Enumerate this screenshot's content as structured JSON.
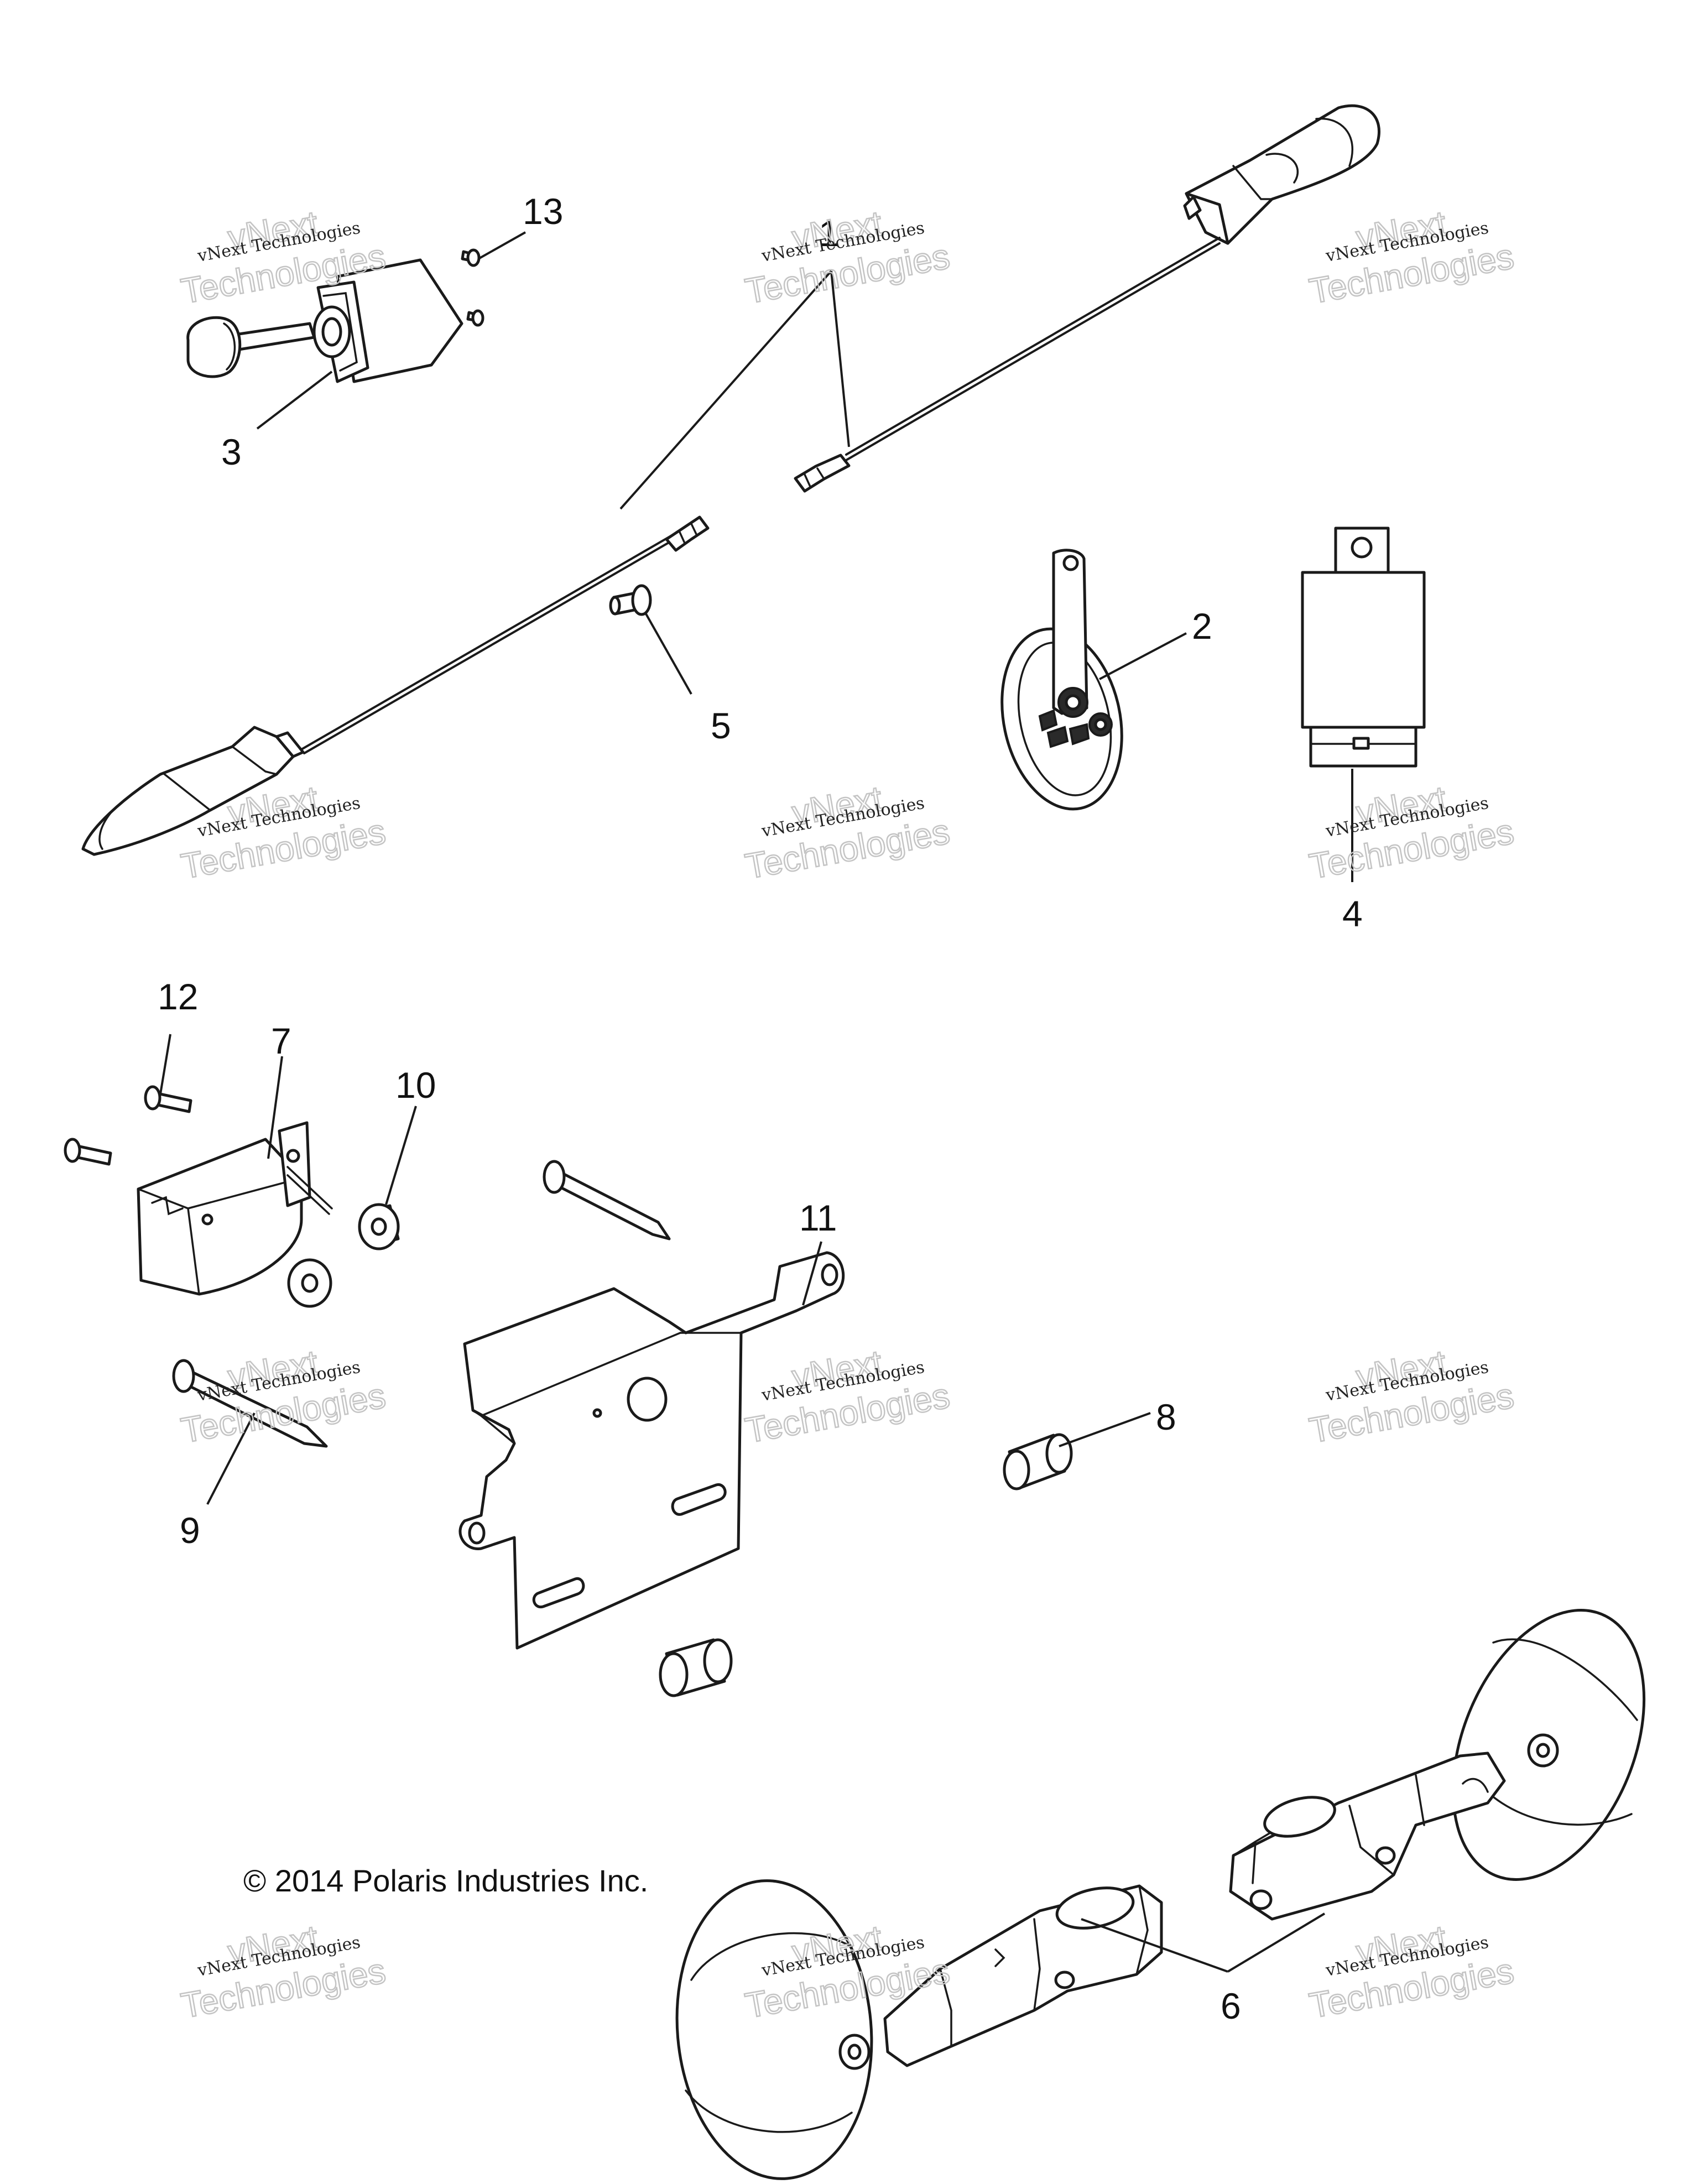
{
  "callouts": [
    {
      "id": "1",
      "label": "1"
    },
    {
      "id": "2",
      "label": "2"
    },
    {
      "id": "3",
      "label": "3"
    },
    {
      "id": "4",
      "label": "4"
    },
    {
      "id": "5",
      "label": "5"
    },
    {
      "id": "6",
      "label": "6"
    },
    {
      "id": "7",
      "label": "7"
    },
    {
      "id": "8",
      "label": "8"
    },
    {
      "id": "9",
      "label": "9"
    },
    {
      "id": "10",
      "label": "10"
    },
    {
      "id": "11",
      "label": "11"
    },
    {
      "id": "12",
      "label": "12"
    },
    {
      "id": "13",
      "label": "13"
    }
  ],
  "watermark": {
    "line1": "vNext Technologies",
    "line2": "vNext",
    "line3": "Technologies"
  },
  "copyright": "© 2014 Polaris Industries Inc."
}
